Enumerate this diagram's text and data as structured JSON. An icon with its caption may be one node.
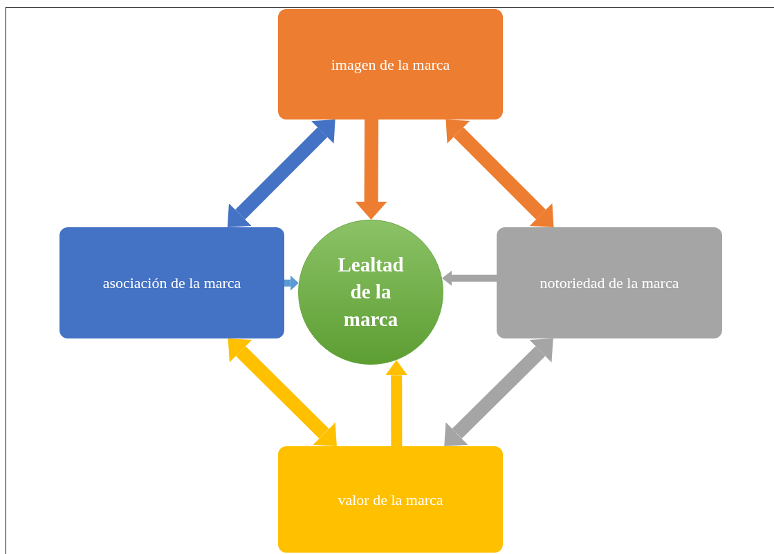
{
  "diagram": {
    "nodes": [
      {
        "text": [
          "imagen de la marca"
        ]
      },
      {
        "text": [
          "asociación de la marca"
        ]
      },
      {
        "text": [
          "Lealtad de la marca"
        ]
      },
      {
        "text": [
          "notoriedad de la marca"
        ]
      },
      {
        "text": [
          "valor de la marca"
        ]
      }
    ],
    "edges": [
      {
        "from": 1,
        "to": 0,
        "arrow": "both",
        "color": "#4472c4"
      },
      {
        "from": 0,
        "to": 3,
        "arrow": "both",
        "color": "#ed7d31"
      },
      {
        "from": 0,
        "to": 2,
        "arrow": "to",
        "color": "#ed7d31"
      },
      {
        "from": 1,
        "to": 2,
        "arrow": "to",
        "color": "#5b9bd5"
      },
      {
        "from": 3,
        "to": 2,
        "arrow": "to",
        "color": "#a5a5a5"
      },
      {
        "from": 1,
        "to": 4,
        "arrow": "both",
        "color": "#ffc000"
      },
      {
        "from": 3,
        "to": 4,
        "arrow": "both",
        "color": "#a5a5a5"
      },
      {
        "from": 4,
        "to": 2,
        "arrow": "to",
        "color": "#ffc000"
      }
    ]
  }
}
